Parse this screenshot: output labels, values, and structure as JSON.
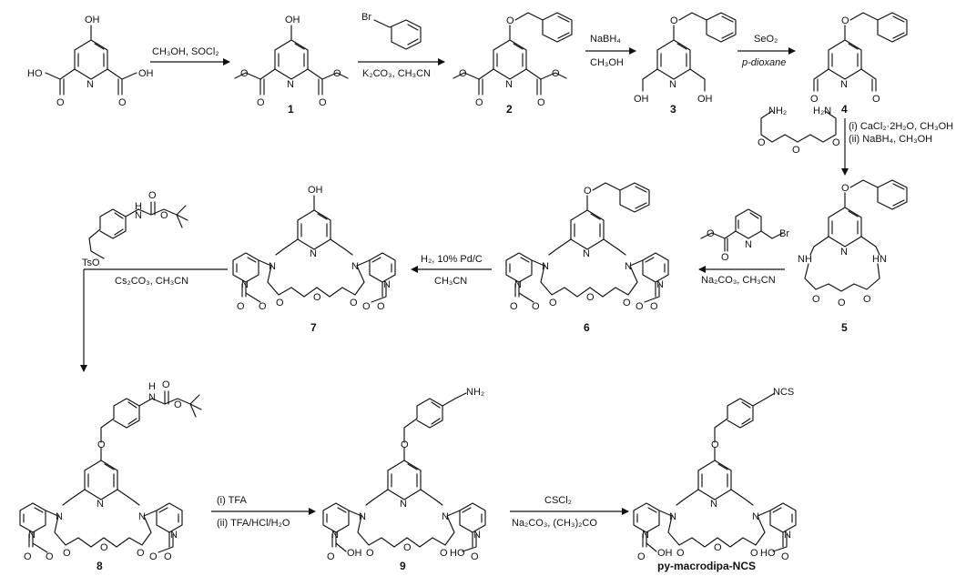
{
  "compounds": {
    "c1": "1",
    "c2": "2",
    "c3": "3",
    "c4": "4",
    "c5": "5",
    "c6": "6",
    "c7": "7",
    "c8": "8",
    "c9": "9",
    "final": "py-macrodipa-NCS"
  },
  "steps": {
    "s1": "CH₃OH, SOCl₂",
    "s2_reagent_label": "Br",
    "s2": "K₂CO₃, CH₃CN",
    "s3": "NaBH₄",
    "s3b": "CH₃OH",
    "s4": "SeO₂",
    "s4b": "p-dioxane",
    "s5a": "(i) CaCl₂·2H₂O, CH₃OH",
    "s5b": "(ii) NaBH₄, CH₃OH",
    "s6": "Na₂CO₃, CH₃CN",
    "s7": "H₂, 10% Pd/C",
    "s7b": "CH₃CN",
    "s8": "Cs₂CO₃, CH₃CN",
    "s9a": "(i) TFA",
    "s9b": "(ii) TFA/HCl/H₂O",
    "s10": "CSCl₂",
    "s10b": "Na₂CO₃, (CH₃)₂CO"
  },
  "atoms": {
    "oh": "OH",
    "ho": "HO",
    "n": "N",
    "o": "O",
    "nh": "NH",
    "hn": "HN",
    "nh2": "NH₂",
    "h2n": "H₂N",
    "h": "H",
    "br": "Br",
    "ts": "TsO",
    "ncs": "NCS"
  }
}
